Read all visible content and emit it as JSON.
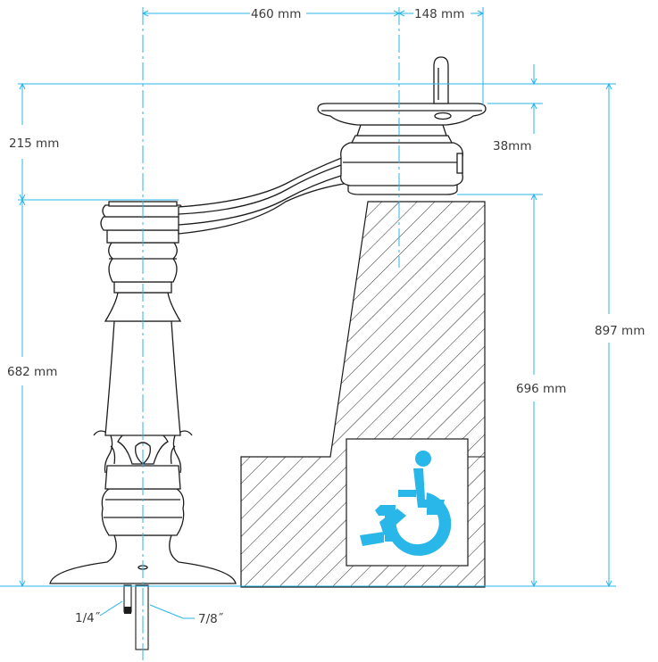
{
  "dimensions": {
    "top_offset": "460 mm",
    "bubbler_offset": "148 mm",
    "bowl_drop": "215 mm",
    "bubbler_height": "38mm",
    "overall_height": "897 mm",
    "column_height": "682 mm",
    "bowl_height": "696 mm",
    "supply_pipe": "1/4˝",
    "drain_pipe": "7/8˝"
  },
  "colors": {
    "dimension_lines": "#29b6e8",
    "ink": "#1c1c1c",
    "accessibility_symbol": "#29b6e8"
  },
  "icons": {
    "accessibility": "wheelchair-icon"
  }
}
